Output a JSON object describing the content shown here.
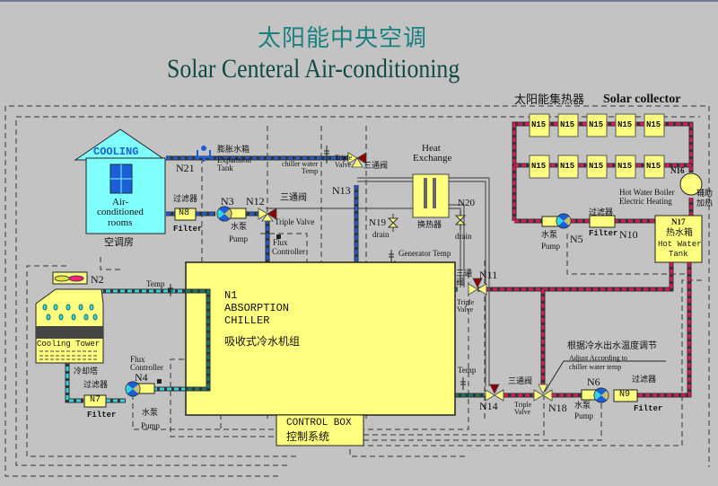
{
  "title": {
    "chinese": "太阳能中央空调",
    "english": "Solar Centeral Air-conditioning"
  },
  "colors": {
    "background": "#c3c3c3",
    "title_cn": "#1b8080",
    "title_en": "#124a44",
    "component_fill": "#ffff80",
    "cooling_house": "#80ffff",
    "chilled_water_pipe": "#1a5fd9",
    "cooling_water_pipe": "#33d6e0",
    "hot_water_pipe": "#e0185a",
    "pipe_outline": "#333333",
    "valve_red": "#8b0000"
  },
  "solar_collector": {
    "label_cn": "太阳能集热器",
    "label_en": "Solar collector",
    "panels_row1": [
      "N15",
      "N15",
      "N15",
      "N15",
      "N15"
    ],
    "panels_row2": [
      "N15",
      "N15",
      "N15",
      "N15",
      "N15"
    ]
  },
  "boiler": {
    "node": "N16",
    "label_line1": "Hot Water Boiler",
    "label_line2": "Electric Heating",
    "aux_cn_1": "辅助",
    "aux_cn_2": "加热"
  },
  "hot_water_tank": {
    "node": "N17",
    "label_cn": "热水箱",
    "label_en_1": "Hot Water",
    "label_en_2": "Tank"
  },
  "house": {
    "roof_label": "COOLING",
    "label_1": "Air-",
    "label_2": "conditioned",
    "label_3": "rooms",
    "label_cn": "空调房"
  },
  "expansion_tank": {
    "node": "N21",
    "label_cn": "膨胀水箱",
    "label_en_1": "Expansion",
    "label_en_2": "Tank"
  },
  "chilled_circuit": {
    "filter_cn": "过滤器",
    "filter_node": "N8",
    "filter_en": "Filter",
    "pump_node": "N3",
    "pump_cn": "水泵",
    "pump_en": "Pump",
    "valve_node": "N12",
    "valve_cn": "三通阀",
    "valve_en": "Triple Valve",
    "flux_1": "Flux",
    "flux_2": "Controller",
    "chiller_temp_1": "chiller water",
    "chiller_temp_2": "Temp",
    "valve13_en_1": "Triple",
    "valve13_en_2": "Valve",
    "valve13_cn": "三通阀",
    "valve13_node": "N13"
  },
  "heat_exchanger": {
    "label_1": "Heat",
    "label_2": "Exchange",
    "label_cn": "换热器",
    "drain_left_node": "N19",
    "drain_right_node": "N20",
    "drain_label": "drain"
  },
  "chiller": {
    "node": "N1",
    "label_1": "ABSORPTION",
    "label_2": "CHILLER",
    "label_cn": "吸收式冷水机组",
    "generator_temp": "Generator Temp"
  },
  "cooling_tower": {
    "node": "N2",
    "label": "Cooling Tower",
    "label_cn": "冷却塔",
    "temp": "Temp",
    "filter_cn": "过滤器",
    "filter_node": "N7",
    "filter_en": "Filter",
    "pump_node": "N4",
    "pump_cn": "水泵",
    "pump_en": "Pump",
    "flux_1": "Flux",
    "flux_2": "Controller"
  },
  "hot_circuit": {
    "valve11_cn_1": "三通",
    "valve11_cn_2": "阀",
    "valve11_node": "N11",
    "valve11_en_1": "Triple",
    "valve11_en_2": "Valve",
    "temp": "Temp",
    "valve14_node": "N14",
    "valve_mid_cn": "三通阀",
    "valve_mid_en_1": "Triple",
    "valve_mid_en_2": "Valve",
    "valve18_node": "N18",
    "adjust_cn": "根据冷水出水温度调节",
    "adjust_en_1": "Adjust According to",
    "adjust_en_2": "chiller water temp",
    "pump6_node": "N6",
    "pump6_cn": "水泵",
    "pump6_en": "Pump",
    "filter9_cn": "过滤器",
    "filter9_node": "N9",
    "filter9_en": "Filter",
    "pump5_cn": "水泵",
    "pump5_en": "Pump",
    "pump5_node": "N5",
    "filter10_cn": "过滤器",
    "filter10_en": "Filter",
    "filter10_node": "N10"
  },
  "control_box": {
    "label_en": "CONTROL BOX",
    "label_cn": "控制系统"
  }
}
